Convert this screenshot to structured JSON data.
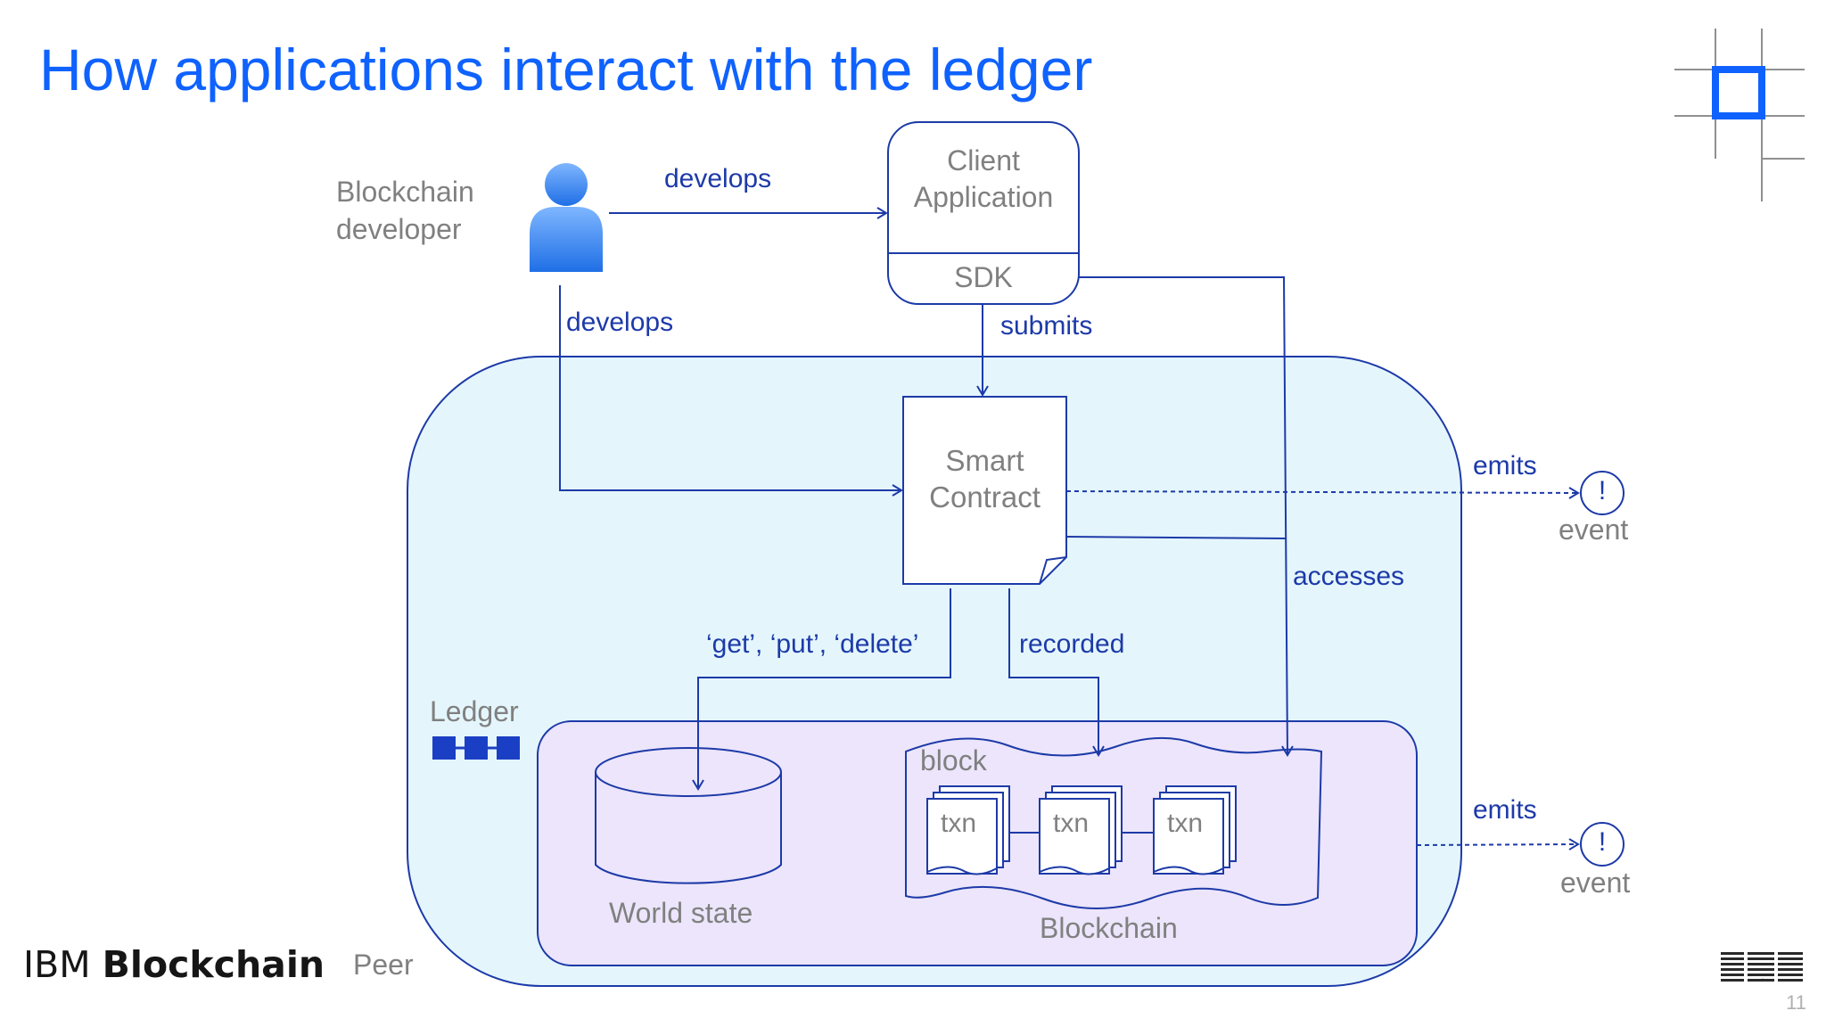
{
  "title": "How applications interact with the ledger",
  "actors": {
    "developer_label": "Blockchain\ndeveloper"
  },
  "client_app": {
    "label": "Client\nApplication",
    "sdk_label": "SDK"
  },
  "smart_contract": {
    "label": "Smart\nContract"
  },
  "ledger": {
    "label": "Ledger"
  },
  "world_state": {
    "label": "World state"
  },
  "blockchain": {
    "label": "Blockchain",
    "block_label": "block",
    "txn_labels": [
      "txn",
      "txn",
      "txn"
    ]
  },
  "peer": {
    "label": "Peer"
  },
  "edges": {
    "develops_app": "develops",
    "develops_contract": "develops",
    "submits": "submits",
    "emits_contract": "emits",
    "emits_ledger": "emits",
    "accesses": "accesses",
    "get_put_delete": "‘get’, ‘put’, ‘delete’",
    "recorded": "recorded"
  },
  "events": {
    "top_label": "event",
    "bottom_label": "event",
    "symbol": "!"
  },
  "footer": {
    "brand_light": "IBM ",
    "brand_bold": "Blockchain",
    "ibm_logo": "IBM",
    "page_number": "11"
  },
  "colors": {
    "title_blue": "#0f62fe",
    "line_blue": "#1d3aa8",
    "peer_fill": "#e4f6fc",
    "ledger_fill": "#ece5fb",
    "person_blue": "#2f7ff0"
  },
  "icons": {
    "developer": "person-icon",
    "ledger": "ledger-chain-icon",
    "corner_logo": "blockchain-grid-icon"
  }
}
